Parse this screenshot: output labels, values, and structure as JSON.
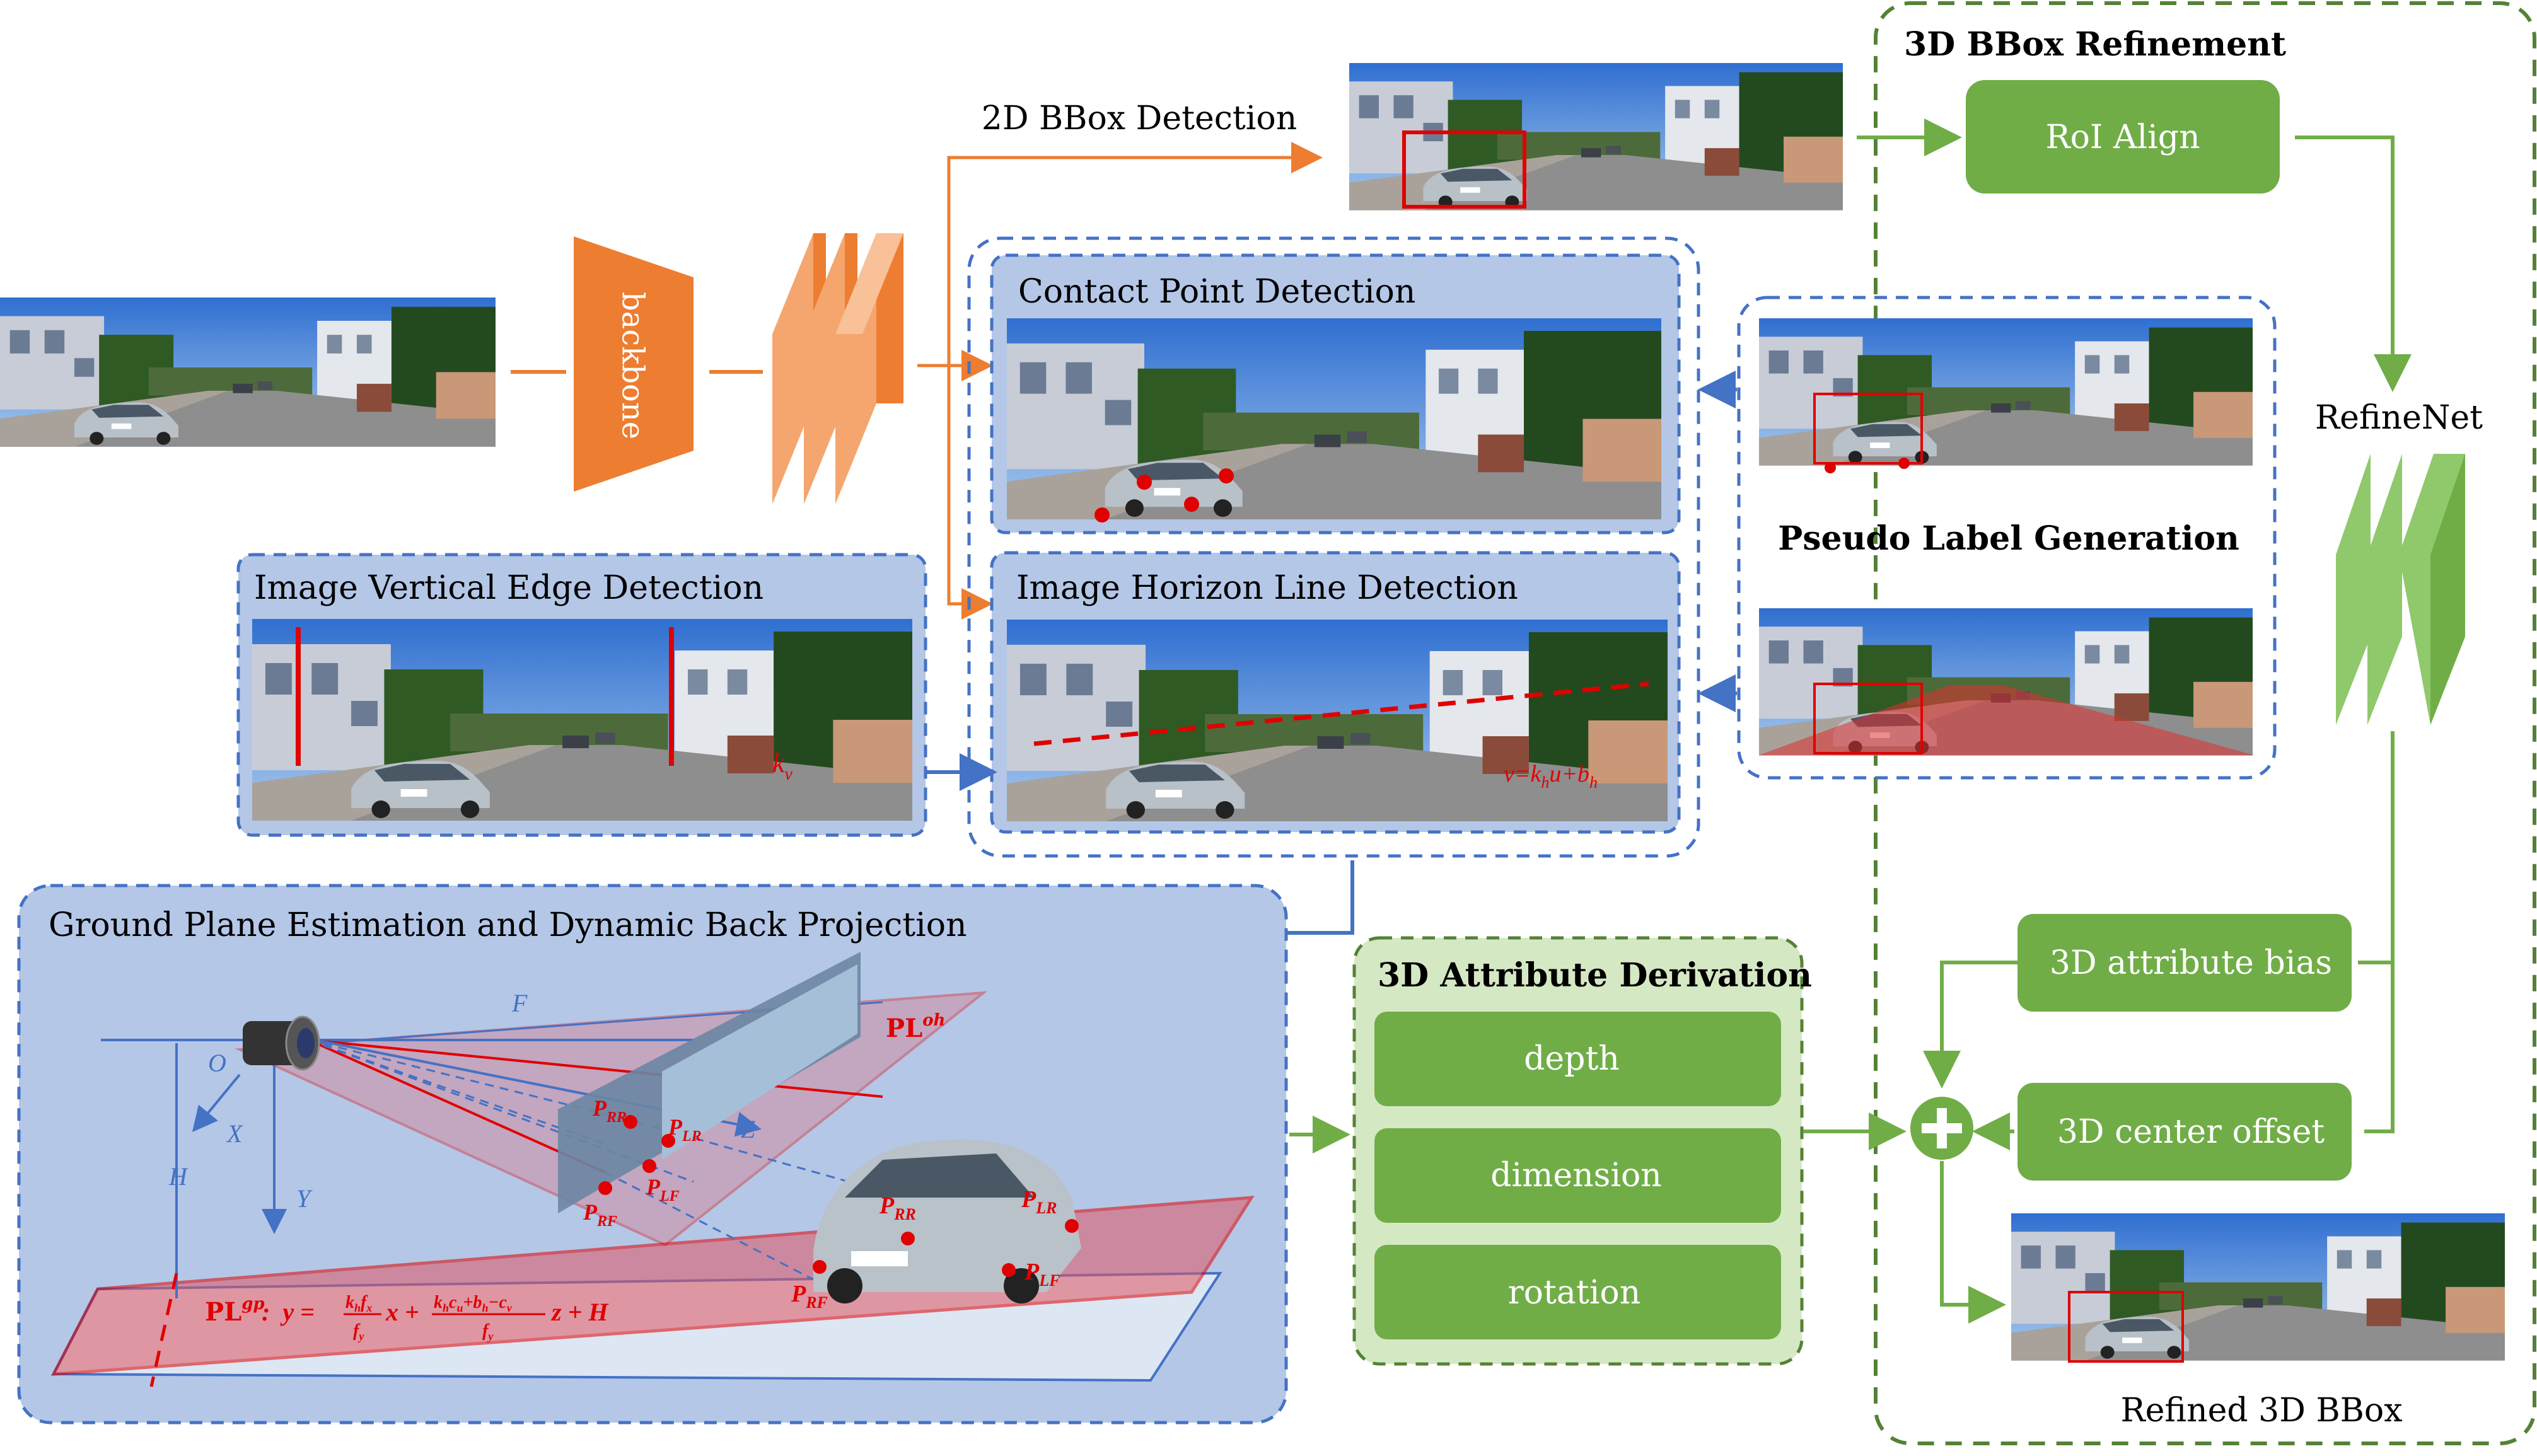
{
  "title_2d": "2D BBox Detection",
  "backbone": "backbone",
  "panels": {
    "contact": "Contact Point Detection",
    "vertical": "Image Vertical Edge Detection",
    "horizon": "Image Horizon Line Detection",
    "ground": "Ground Plane Estimation and Dynamic Back Projection",
    "attr": "3D Attribute Derivation"
  },
  "pseudo": "Pseudo Label Generation",
  "refine": {
    "title": "3D BBox Refinement",
    "roi": "RoI Align",
    "net": "RefineNet",
    "bias": "3D attribute bias",
    "offset": "3D center offset",
    "result": "Refined 3D BBox"
  },
  "attrs": [
    "depth",
    "dimension",
    "rotation"
  ],
  "math": {
    "kv": "k",
    "kv_sub": "v",
    "horizon_eq": "v=k",
    "pl_oh": "PL",
    "pl_oh_sup": "oh",
    "pl_gp": "PL",
    "pl_gp_sup": "gp",
    "F": "F",
    "O": "O",
    "X": "X",
    "Y": "Y",
    "Z": "Z",
    "H": "H",
    "p_rr": "P",
    "p_lr": "P",
    "p_lf": "P",
    "p_rf": "P",
    "sub_rr": "RR",
    "sub_lr": "LR",
    "sub_lf": "LF",
    "sub_rf": "RF"
  },
  "colors": {
    "orange": "#ed7d31",
    "green": "#70ad47",
    "blue": "#4472c4",
    "panel": "#b4c7e7",
    "red": "#e02020"
  }
}
